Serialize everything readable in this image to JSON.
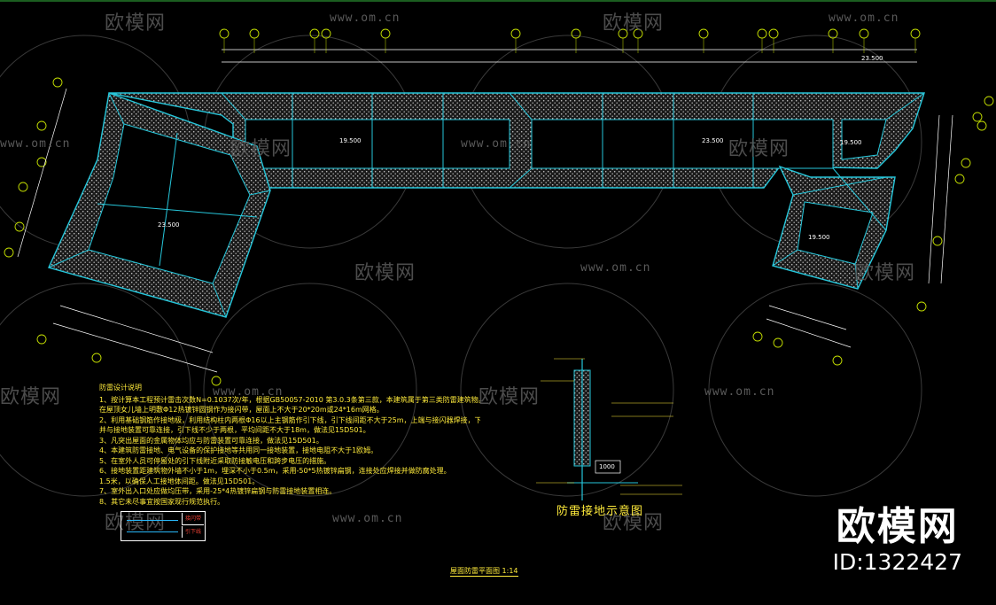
{
  "watermark": {
    "brand_cn": "欧模网",
    "url": "www.om.cn"
  },
  "brand": {
    "name": "欧模网",
    "id_label": "ID:1322427"
  },
  "drawing": {
    "title": "屋面防雷平面图 1:14",
    "detail_title": "防雷接地示意图",
    "level_labels": [
      "23.500",
      "19.500",
      "23.500",
      "19.500",
      "23.500",
      "19.500"
    ],
    "detail_value": "1000",
    "notes_title": "防雷设计说明",
    "notes": [
      "1、按计算本工程预计雷击次数N=0.1037次/年，根据GB50057-2010 第3.0.3条第三款，本建筑属于第三类防雷建筑物。",
      "在屋顶女儿墙上明敷Φ12热镀锌圆钢作为接闪带，屋面上不大于20*20m或24*16m网格。",
      "2、利用基础钢筋作接地极，利用结构柱内两根Φ16以上主钢筋作引下线，引下线间距不大于25m，上端与接闪器焊接，下端与基础钢筋焊接。",
      "并与接地装置可靠连接，引下线不少于两根，平均间距不大于18m，做法见15D501。",
      "3、凡突出屋面的金属物体均应与防雷装置可靠连接，做法见15D501。",
      "4、本建筑防雷接地、电气设备的保护接地等共用同一接地装置，接地电阻不大于1欧姆。",
      "5、在室外人员可停留处的引下线附近采取防接触电压和跨步电压的措施。",
      "6、接地装置距建筑物外墙不小于1m，埋深不小于0.5m，采用-50*5热镀锌扁钢，连接处应焊接并做防腐处理。",
      "1.5米，以确保人工接地体间距。做法见15D501。",
      "7、室外出入口处应做均压带，采用-25*4热镀锌扁钢与防雷接地装置相连。",
      "8、其它未尽事宜按国家现行规范执行。"
    ],
    "legend": [
      "接闪带",
      "引下线"
    ]
  }
}
